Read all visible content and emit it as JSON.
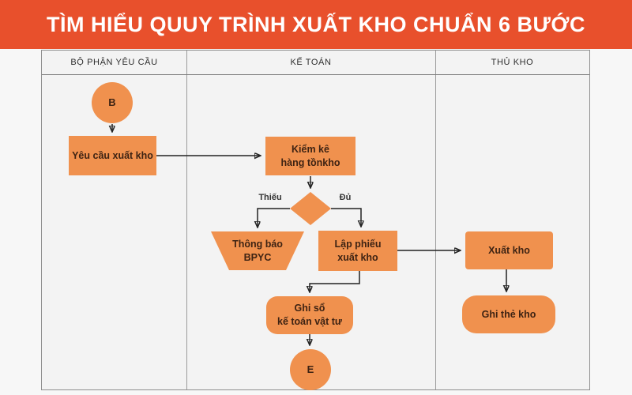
{
  "banner": {
    "title": "TÌM HIỂU QUUY TRÌNH XUẤT KHO CHUẨN 6 BƯỚC"
  },
  "lanes": [
    {
      "label": "BỘ PHẬN YÊU CẦU"
    },
    {
      "label": "KẾ TOÁN"
    },
    {
      "label": "THỦ KHO"
    }
  ],
  "flowchart": {
    "nodes": {
      "start": {
        "label": "B"
      },
      "yeu_cau": {
        "label": "Yêu cầu xuất kho"
      },
      "kiem_ke": {
        "line1": "Kiểm kê",
        "line2": "hàng tồnkho"
      },
      "thong_bao": {
        "line1": "Thông báo",
        "line2": "BPYC"
      },
      "lap_phieu": {
        "line1": "Lập phiếu",
        "line2": "xuất kho"
      },
      "xuat_kho": {
        "label": "Xuất kho"
      },
      "ghi_the_kho": {
        "label": "Ghi thẻ kho"
      },
      "ghi_so": {
        "line1": "Ghi sổ",
        "line2": "kế toán vật tư"
      },
      "end": {
        "label": "E"
      }
    },
    "branch_labels": {
      "insufficient": "Thiếu",
      "sufficient": "Đủ"
    }
  },
  "colors": {
    "banner_bg": "#E8502C",
    "shape_fill": "#F0914E",
    "shape_text": "#3E2313",
    "lane_fill": "#F3F3F3"
  }
}
